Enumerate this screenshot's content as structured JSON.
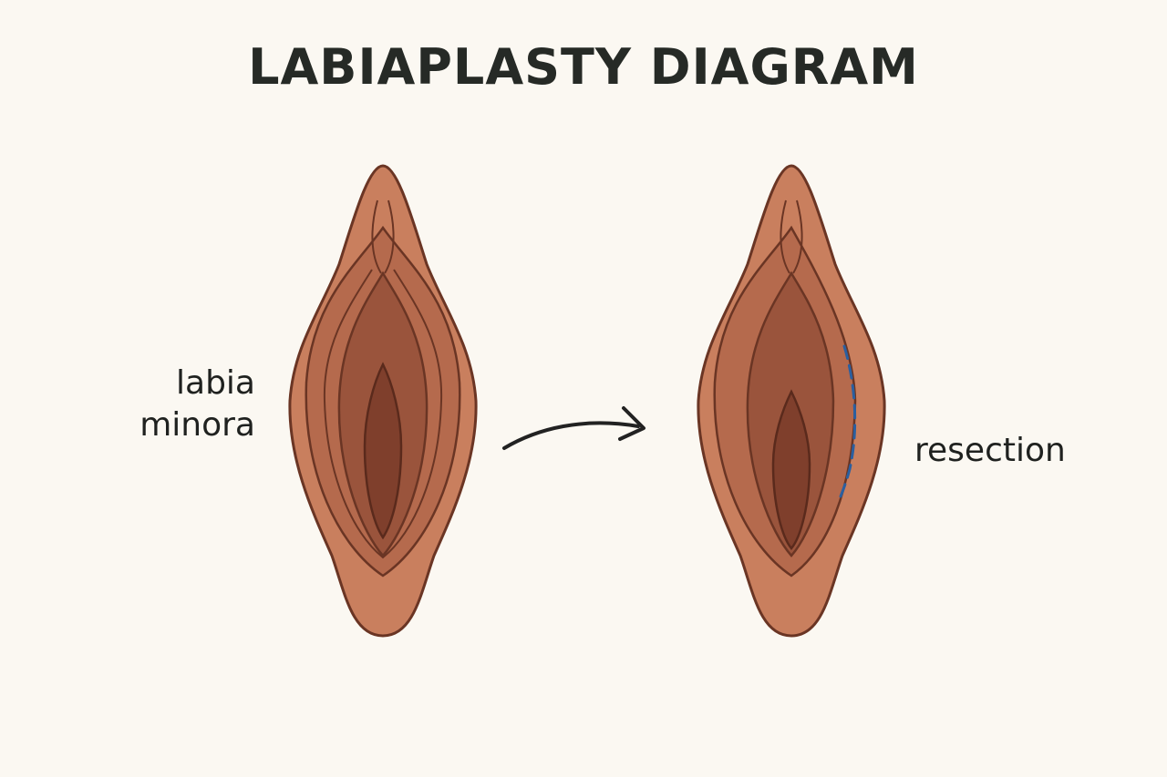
{
  "title": "LABIAPLASTY DIAGRAM",
  "labels": {
    "before_line1": "labia",
    "before_line2": "minora",
    "after": "resection"
  },
  "colors": {
    "background": "#fbf8f2",
    "skin_outer": "#c97f5e",
    "skin_mid": "#b56a4d",
    "skin_inner": "#9a543c",
    "skin_core": "#7f3f2c",
    "outline": "#6a3524",
    "arrow": "#222222",
    "incision": "#2a5fa0"
  },
  "icons": {
    "arrow": "curved-right-arrow-icon",
    "incision": "dashed-incision-line-icon"
  }
}
